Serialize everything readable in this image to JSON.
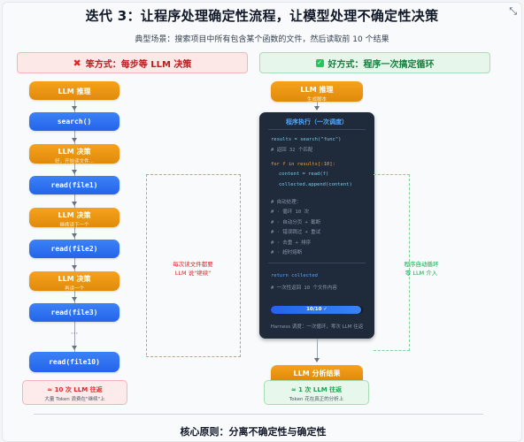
{
  "header": {
    "title": "迭代 3：让程序处理确定性流程，让模型处理不确定性决策",
    "subtitle": "典型场景：搜索项目中所有包含某个函数的文件，然后读取前 10 个结果"
  },
  "left": {
    "header": "笨方式：每步等 LLM 决策",
    "nodes": [
      {
        "main": "LLM 推理",
        "sub": ""
      },
      {
        "main": "search()",
        "sub": ""
      },
      {
        "main": "LLM 决策",
        "sub": "好，开始读文件..."
      },
      {
        "main": "read(file1)",
        "sub": ""
      },
      {
        "main": "LLM 决策",
        "sub": "继续读下一个"
      },
      {
        "main": "read(file2)",
        "sub": ""
      },
      {
        "main": "LLM 决策",
        "sub": "再读一个"
      },
      {
        "main": "read(file3)",
        "sub": ""
      },
      {
        "main": "read(file10)",
        "sub": ""
      }
    ],
    "ellipsis": "···",
    "note_line1": "每次读文件都要",
    "note_line2": "LLM 说\"继续\"",
    "summary_main": "≈ 10 次 LLM 往返",
    "summary_sub": "大量 Token 浪费在\"继续\"上"
  },
  "right": {
    "header": "好方式：程序一次搞定循环",
    "top_node": {
      "main": "LLM 推理",
      "sub": "生成脚本"
    },
    "code_title": "程序执行（一次调度）",
    "code": {
      "l1": "results = search(\"func\")",
      "l2": "# 返回 32 个匹配",
      "l3": "for f in results[:10]:",
      "l4": "content = read(f)",
      "l5": "collected.append(content)",
      "l6": "# 自动处理：",
      "l7": "# · 循环 10 次",
      "l8": "# · 自动分页 + 截断",
      "l9": "# · 错误跳过 + 重试",
      "l10": "# · 去重 + 排序",
      "l11": "# · 超时熔断",
      "l12": "return collected",
      "l13": "# 一次性返回 10 个文件内容"
    },
    "progress_label": "10/10 ✓",
    "progress": 0.98,
    "harness": "Harness 调度：一次循环，零次 LLM 往返",
    "note_line1": "程序自动循环",
    "note_line2": "零 LLM 介入",
    "bottom_node": "LLM 分析结果",
    "summary_main": "≈ 1 次 LLM 往返",
    "summary_sub": "Token 花在真正的分析上"
  },
  "footer": "核心原则：分离不确定性与确定性",
  "colors": {
    "orange": "#f59e0b",
    "blue": "#2563eb",
    "red": "#dc2626",
    "green": "#16a34a"
  }
}
